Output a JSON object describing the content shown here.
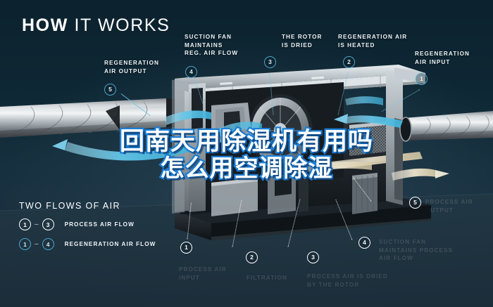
{
  "title": {
    "bold": "HOW",
    "light": "IT WORKS"
  },
  "headline": {
    "line1": "回南天用除湿机有用吗",
    "line2": "怎么用空调除湿",
    "fill_color": "#ffffff",
    "stroke_color": "#1c7fd6"
  },
  "colors": {
    "background_top": "#0c222e",
    "background_bottom": "#203343",
    "process_accent": "#ffffff",
    "regeneration_accent": "#4aa6c9",
    "airflow_blue": "#63c6e8",
    "airflow_cream": "#efe6cf"
  },
  "callouts": [
    {
      "id": "regeneration-air-output",
      "number": "5",
      "label": "REGENERATION\nAIR OUTPUT",
      "flow": "regeneration"
    },
    {
      "id": "suction-fan-reg",
      "number": "4",
      "label": "SUCTION FAN\nMAINTAINS\nREG. AIR FLOW",
      "flow": "regeneration"
    },
    {
      "id": "rotor-is-dried",
      "number": "3",
      "label": "THE ROTOR\nIS DRIED",
      "flow": "regeneration"
    },
    {
      "id": "regeneration-air-heated",
      "number": "2",
      "label": "REGENERATION AIR\nIS HEATED",
      "flow": "regeneration"
    },
    {
      "id": "regeneration-air-input",
      "number": "1",
      "label": "REGENERATION\nAIR INPUT",
      "flow": "regeneration"
    },
    {
      "id": "process-air-input",
      "number": "1",
      "label": "PROCESS AIR\nINPUT",
      "flow": "process"
    },
    {
      "id": "filtration",
      "number": "2",
      "label": "FILTRATION",
      "flow": "process"
    },
    {
      "id": "process-air-dried",
      "number": "3",
      "label": "PROCESS AIR IS DRIED\nBY THE ROTOR",
      "flow": "process"
    },
    {
      "id": "suction-fan-process",
      "number": "4",
      "label": "SUCTION FAN\nMAINTAINS PROCESS\nAIR FLOW",
      "flow": "process"
    },
    {
      "id": "process-air-output",
      "number": "5",
      "label": "PROCESS AIR\nOUTPUT",
      "flow": "process"
    }
  ],
  "legend": {
    "title": "TWO FLOWS OF AIR",
    "rows": [
      {
        "from": "1",
        "dash": "–",
        "to": "3",
        "label": "PROCESS AIR FLOW",
        "flow": "process"
      },
      {
        "from": "1",
        "dash": "–",
        "to": "4",
        "label": "REGENERATION AIR FLOW",
        "flow": "regeneration"
      }
    ]
  }
}
